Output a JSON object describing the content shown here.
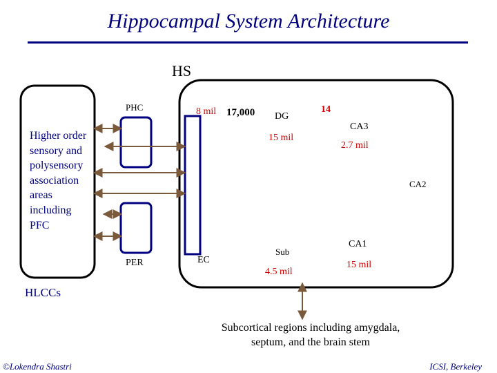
{
  "title": "Hippocampal System Architecture",
  "labels": {
    "hs": "HS",
    "phc": "PHC",
    "per": "PER",
    "ec": "EC",
    "ec_count": "8 mil",
    "phc_dg_count": "17,000",
    "dg": "DG",
    "dg_count": "15 mil",
    "dg_ca3_count": "14",
    "ca3": "CA3",
    "ca3_count": "2.7 mil",
    "ca2": "CA2",
    "ca1": "CA1",
    "ca1_count": "15 mil",
    "sub": "Sub",
    "sub_count": "4.5 mil",
    "hlcc_text": "Higher order sensory and polysensory association areas including PFC",
    "hlccs": "HLCCs",
    "subcortical": "Subcortical regions including amygdala, septum, and the brain stem"
  },
  "footer": {
    "left": "©Lokendra Shastri",
    "right": "ICSI, Berkeley"
  },
  "colors": {
    "navy": "#000080",
    "title": "#00007f",
    "arrow": "#7b5a3c",
    "red": "#cc0000"
  }
}
